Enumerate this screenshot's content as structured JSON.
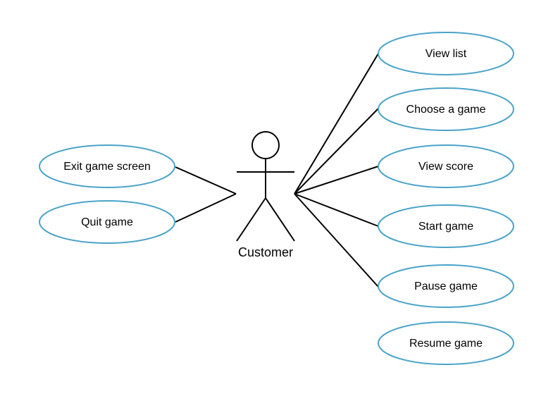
{
  "actor": {
    "label": "Customer"
  },
  "use_cases": {
    "exit_game_screen": "Exit game screen",
    "quit_game": "Quit game",
    "view_list": "View list",
    "choose_a_game": "Choose a game",
    "view_score": "View score",
    "start_game": "Start game",
    "pause_game": "Pause game",
    "resume_game": "Resume game"
  },
  "colors": {
    "ellipse_stroke": "#4aa3c8",
    "line": "#000000",
    "text": "#000000",
    "background": "#ffffff"
  }
}
